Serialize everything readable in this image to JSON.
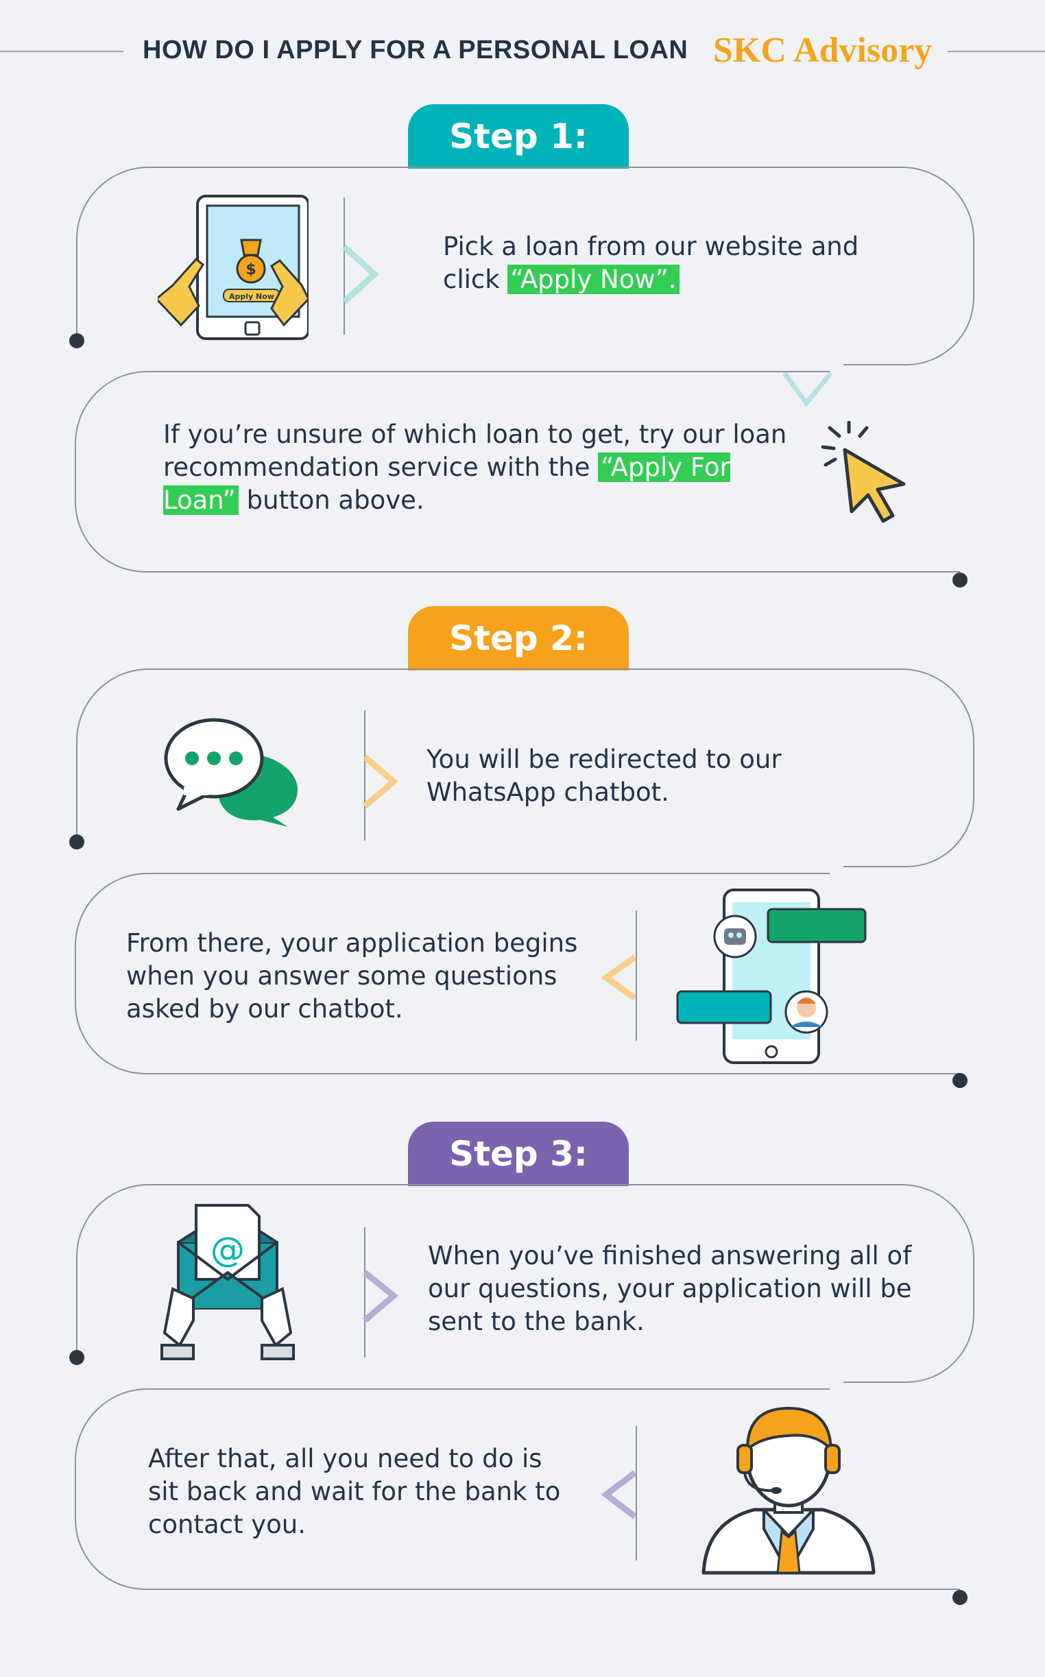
{
  "header": {
    "title": "HOW DO I APPLY FOR A PERSONAL LOAN",
    "brand": "SKC Advisory"
  },
  "colors": {
    "teal": "#00b3b8",
    "orange": "#f6a21c",
    "purple": "#7b63ae",
    "highlight": "#33cc55",
    "text": "#243447",
    "background": "#f1f2f6"
  },
  "steps": [
    {
      "label": "Step 1:",
      "cards": [
        {
          "text_before": "Pick a loan from our website and click ",
          "highlight": "“Apply Now”.",
          "text_after": "",
          "icon": "tablet-apply-icon",
          "icon_text": "Apply Now"
        },
        {
          "text_before": "If you’re unsure of which loan to get, try our loan recommendation service with the ",
          "highlight": "“Apply For Loan”",
          "text_after": " button above.",
          "icon": "cursor-click-icon"
        }
      ]
    },
    {
      "label": "Step 2:",
      "cards": [
        {
          "text_before": "You will be redirected to our WhatsApp chatbot.",
          "highlight": "",
          "text_after": "",
          "icon": "chat-bubbles-icon"
        },
        {
          "text_before": "From there, your application begins when you answer some questions asked by our chatbot.",
          "highlight": "",
          "text_after": "",
          "icon": "phone-chat-icon"
        }
      ]
    },
    {
      "label": "Step 3:",
      "cards": [
        {
          "text_before": "When you’ve finished answering all of our questions, your application will be sent to the bank.",
          "highlight": "",
          "text_after": "",
          "icon": "email-envelope-icon"
        },
        {
          "text_before": "After that, all you need to do is sit back and wait for the bank to contact you.",
          "highlight": "",
          "text_after": "",
          "icon": "support-agent-icon"
        }
      ]
    }
  ]
}
